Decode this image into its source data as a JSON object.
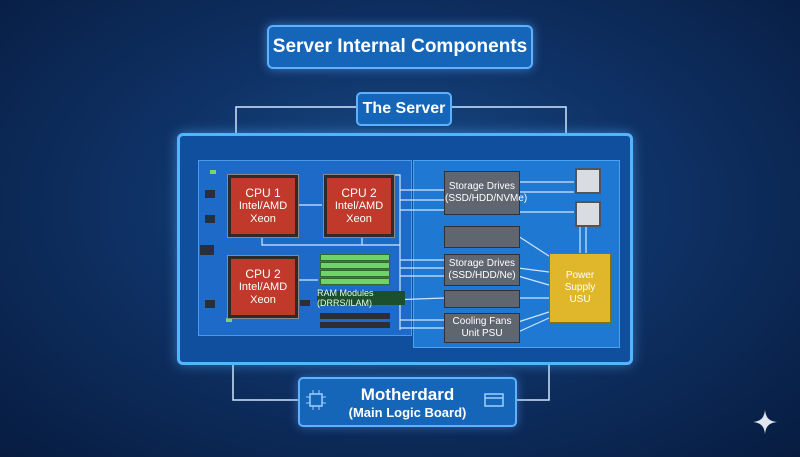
{
  "title": "Server Internal Components",
  "server_label": "The Server",
  "cpus": [
    {
      "name": "CPU 1",
      "vendor": "Intel/AMD",
      "model": "Xeon"
    },
    {
      "name": "CPU 2",
      "vendor": "Intel/AMD",
      "model": "Xeon"
    },
    {
      "name": "CPU 2",
      "vendor": "Intel/AMD",
      "model": "Xeon"
    }
  ],
  "ram_label": "RAM Modules (DRRS/ILAM)",
  "storage_1": {
    "line1": "Storage Drives",
    "line2": "(SSD/HDD/NVMe)"
  },
  "storage_2": {
    "line1": "Storage Drives",
    "line2": "(SSD/HDD/Ne)"
  },
  "cooling": {
    "line1": "Cooling Fans",
    "line2": "Unit PSU"
  },
  "psu": {
    "line1": "Power",
    "line2": "Supply",
    "line3": "USU"
  },
  "motherboard": {
    "line1": "Motherdard",
    "line2": "(Main Logic Board)"
  },
  "colors": {
    "cpu": "#c0392b",
    "psu": "#e0b62a",
    "ram": "#6dd36a",
    "frame": "#55b4ff",
    "accent": "#1565b8"
  }
}
